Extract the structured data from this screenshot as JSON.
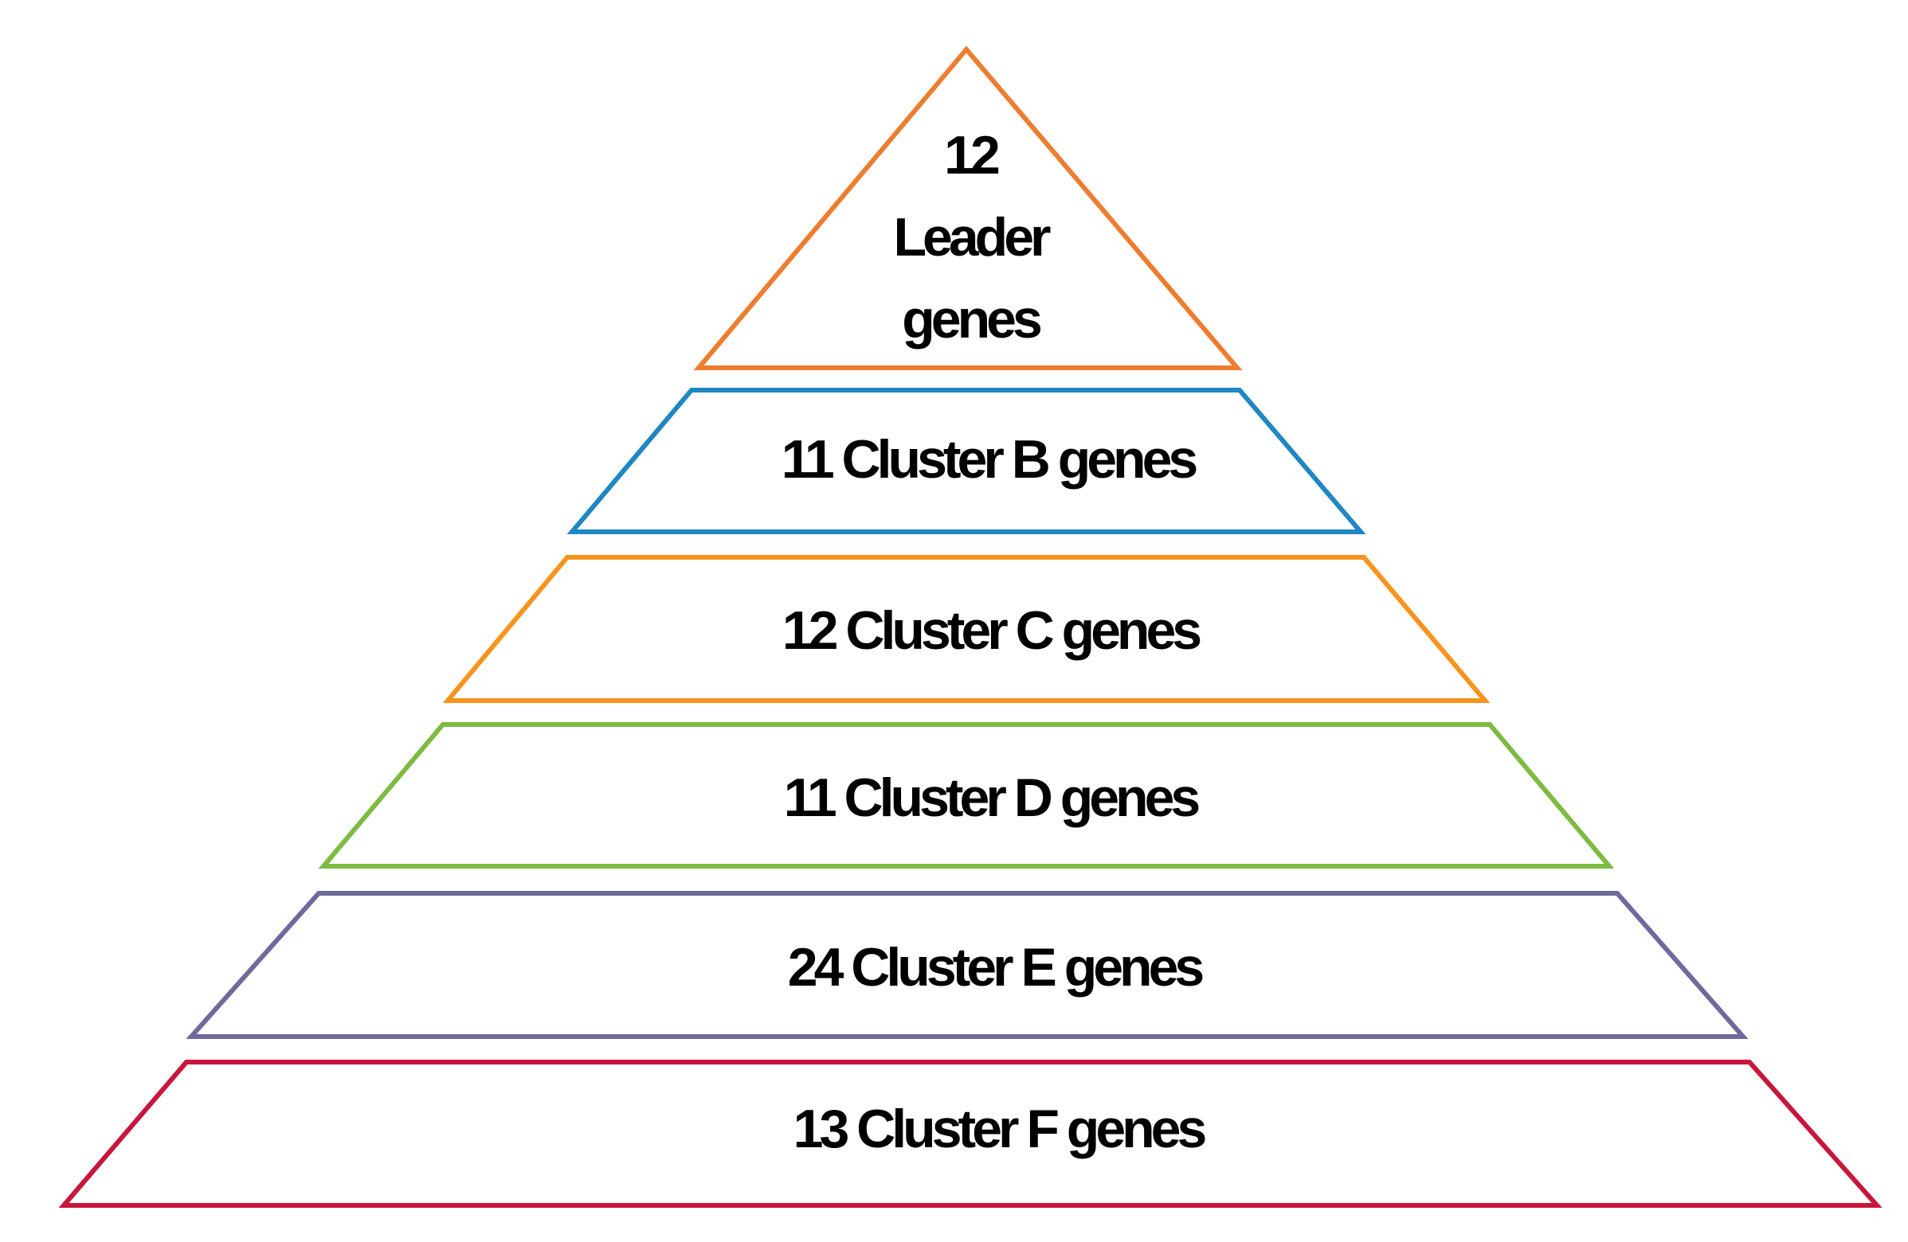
{
  "diagram": {
    "type": "pyramid",
    "tiers": [
      {
        "lines": [
          "12",
          "Leader",
          "genes"
        ],
        "color": "#ED7D31"
      },
      {
        "lines": [
          "11 Cluster B genes"
        ],
        "color": "#1F87C2"
      },
      {
        "lines": [
          "12 Cluster C genes"
        ],
        "color": "#F7941D"
      },
      {
        "lines": [
          "11 Cluster D genes"
        ],
        "color": "#7DBB42"
      },
      {
        "lines": [
          "24 Cluster E genes"
        ],
        "color": "#6F6A9C"
      },
      {
        "lines": [
          "13 Cluster F genes"
        ],
        "color": "#C8163C"
      }
    ]
  }
}
